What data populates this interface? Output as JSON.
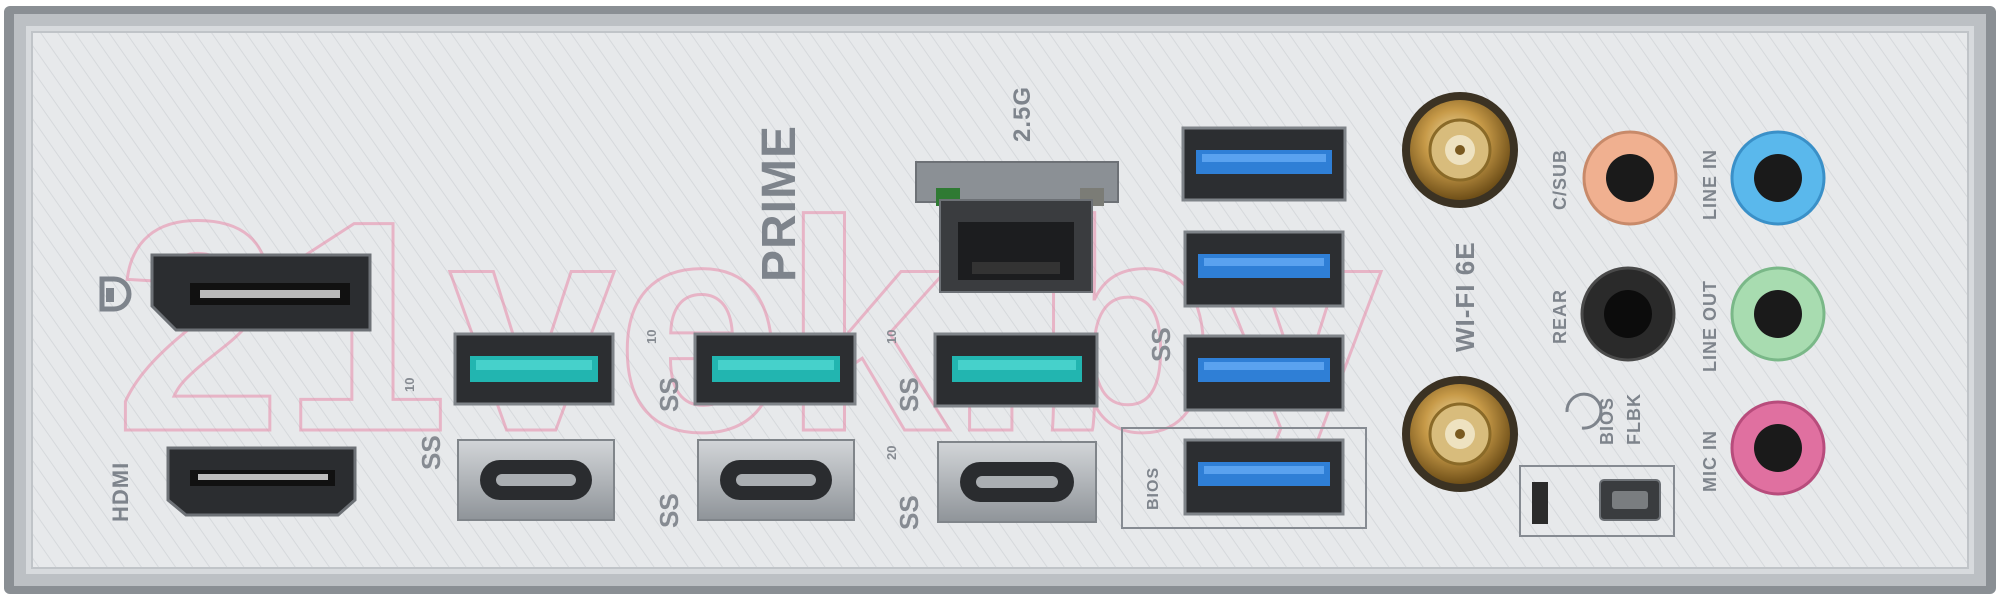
{
  "labels": {
    "brand": "PRIME",
    "lan_speed": "2.5G",
    "hdmi": "HDMI",
    "wifi": "WI-FI 6E",
    "bios_usb": "BIOS",
    "bios_flbk_top": "BIOS",
    "bios_flbk_bottom": "FLBK",
    "csub": "C/SUB",
    "rear": "REAR",
    "line_in": "LINE IN",
    "line_out": "LINE OUT",
    "mic_in": "MIC IN"
  },
  "speed_marks": {
    "col1_top": "10",
    "col2_top": "10",
    "col3_top": "10",
    "col3_bottom": "20"
  },
  "watermark": "21vek.by",
  "colors": {
    "panel": "#e6e8ea",
    "frame": "#a9adb1",
    "usb3_blue": "#2f7fd6",
    "usb_teal": "#22b5b0",
    "jack_orange": "#f0b090",
    "jack_black": "#2a2a2a",
    "jack_blue": "#5ab8ec",
    "jack_green": "#a8dcb0",
    "jack_pink": "#e070a0",
    "antenna_gold": "#c8a050",
    "watermark": "#e88aa8"
  }
}
